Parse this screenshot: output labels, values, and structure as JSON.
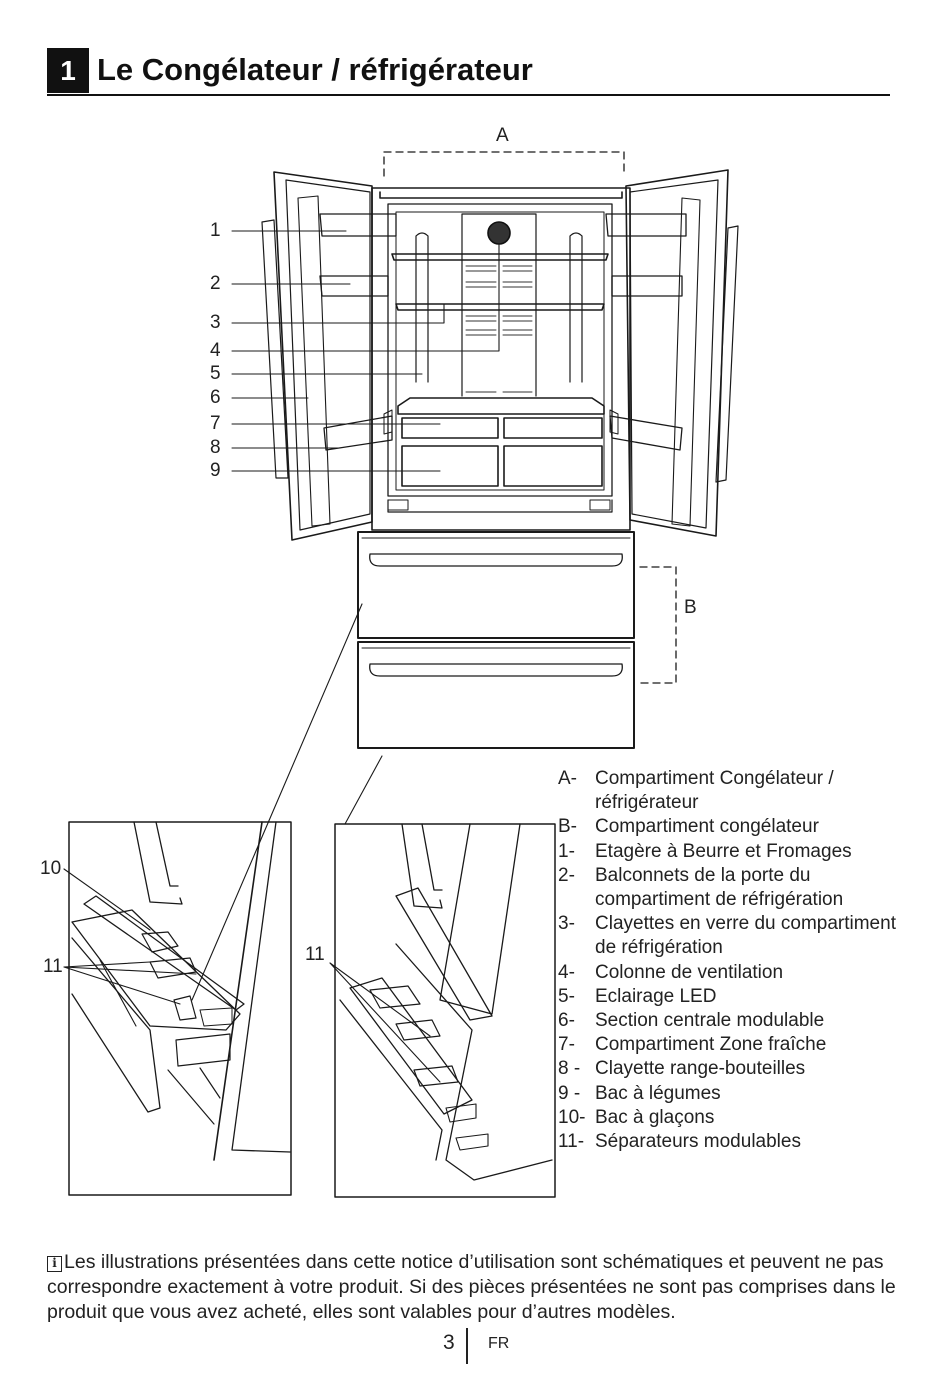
{
  "header": {
    "section_number": "1",
    "title": "Le Congélateur / réfrigérateur"
  },
  "figure": {
    "callouts": {
      "A": "A",
      "B": "B",
      "n1": "1",
      "n2": "2",
      "n3": "3",
      "n4": "4",
      "n5": "5",
      "n6": "6",
      "n7": "7",
      "n8": "8",
      "n9": "9",
      "n10": "10",
      "n11a": "11",
      "n11b": "11"
    }
  },
  "legend": [
    {
      "key": "A-",
      "text": "Compartiment Congélateur / réfrigérateur"
    },
    {
      "key": "B-",
      "text": "Compartiment congélateur"
    },
    {
      "key": "1-",
      "text": "Etagère à Beurre et Fromages"
    },
    {
      "key": "2-",
      "text": "Balconnets de la porte du compartiment de réfrigération"
    },
    {
      "key": "3-",
      "text": "Clayettes en verre du compartiment de réfrigération"
    },
    {
      "key": "4-",
      "text": "Colonne de ventilation"
    },
    {
      "key": "5-",
      "text": "Eclairage LED"
    },
    {
      "key": "6-",
      "text": "Section centrale modulable"
    },
    {
      "key": "7-",
      "text": "Compartiment Zone fraîche"
    },
    {
      "key": "8 -",
      "text": "Clayette range-bouteilles"
    },
    {
      "key": "9 -",
      "text": "Bac à légumes"
    },
    {
      "key": "10-",
      "text": "Bac à glaçons"
    },
    {
      "key": "11-",
      "text": "Séparateurs modulables"
    }
  ],
  "note": {
    "icon": "info-icon",
    "text": "Les illustrations présentées dans cette notice d’utilisation sont schématiques et peuvent ne pas correspondre exactement à votre produit. Si des pièces présentées ne sont pas comprises dans le produit que vous avez acheté, elles sont valables pour d’autres modèles."
  },
  "footer": {
    "page_number": "3",
    "language": "FR"
  }
}
